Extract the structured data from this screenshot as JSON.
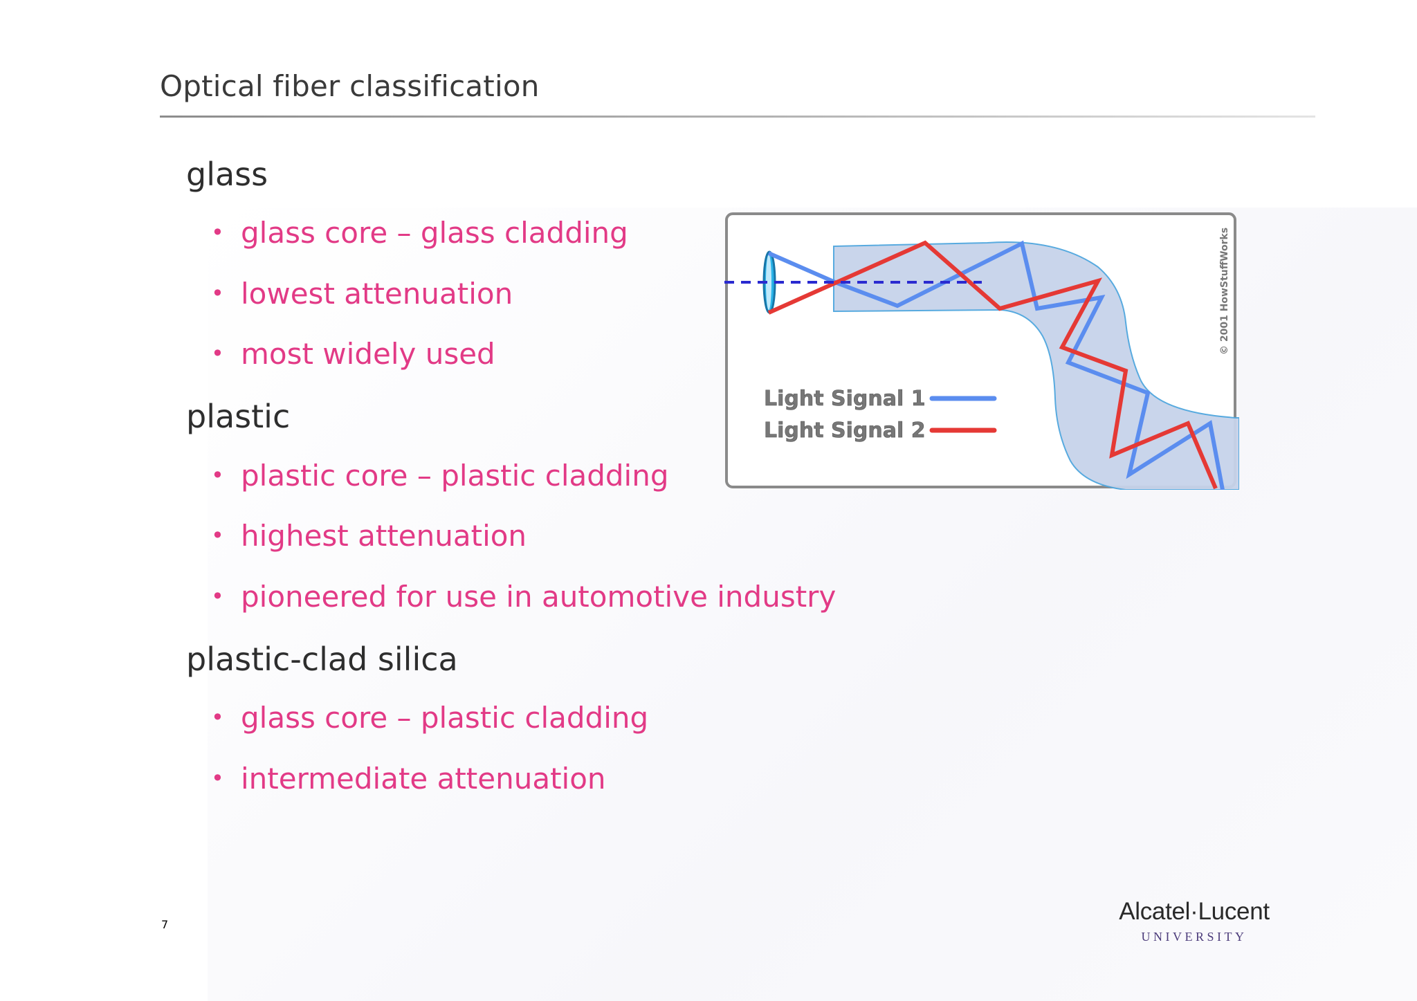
{
  "slide": {
    "title": "Optical fiber classification",
    "page_number": "7"
  },
  "sections": [
    {
      "heading": "glass",
      "bullets": [
        "glass core – glass cladding",
        "lowest attenuation",
        "most widely used"
      ]
    },
    {
      "heading": "plastic",
      "bullets": [
        "plastic core – plastic cladding",
        "highest attenuation",
        "pioneered for use in automotive industry"
      ]
    },
    {
      "heading": "plastic-clad silica",
      "bullets": [
        "glass core – plastic cladding",
        "intermediate attenuation"
      ]
    }
  ],
  "bullet_glyph": "•",
  "figure": {
    "legend": [
      {
        "label": "Light Signal 1",
        "color": "#5b8def"
      },
      {
        "label": "Light Signal 2",
        "color": "#e53935"
      }
    ],
    "copyright": "© 2001 HowStuffWorks",
    "fiber_color": "#c7d3ea",
    "dashed_color": "#2a2ad0"
  },
  "logo": {
    "name": "Alcatel·Lucent",
    "subtitle": "UNIVERSITY"
  },
  "colors": {
    "bullet_text": "#e23a86",
    "heading_text": "#2e2e2e"
  }
}
